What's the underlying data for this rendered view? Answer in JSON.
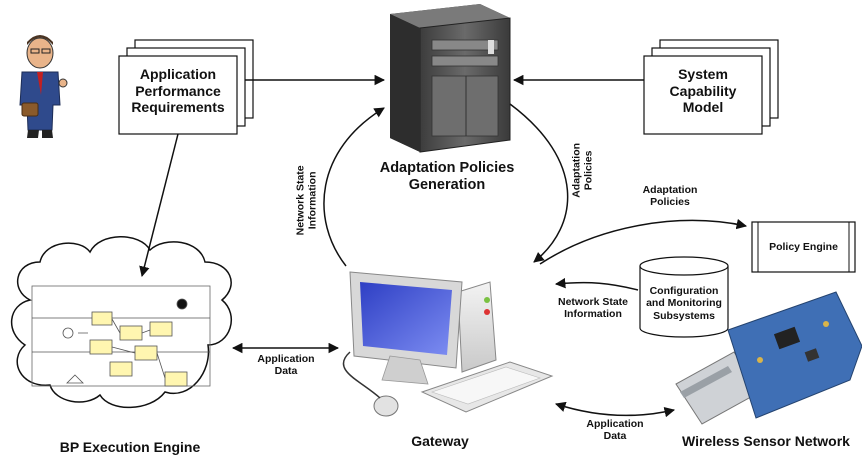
{
  "nodes": {
    "app_perf_req": "Application\nPerformance\nRequirements",
    "system_capability": "System\nCapability\nModel",
    "adaptation_generation": "Adaptation Policies\nGeneration",
    "policy_engine": "Policy Engine",
    "config_monitoring": "Configuration\nand Monitoring\nSubsystems",
    "bp_engine": "BP Execution Engine",
    "gateway": "Gateway",
    "wsn": "Wireless Sensor Network"
  },
  "edges": {
    "network_state_left": "Network State\nInformation",
    "adaptation_policies_right": "Adaptation\nPolicies",
    "adaptation_policies_engine": "Adaptation\nPolicies",
    "network_state_config": "Network State\nInformation",
    "application_data_bp": "Application\nData",
    "application_data_wsn": "Application\nData"
  },
  "colors": {
    "ink": "#111111",
    "server_body": "#5b5b5b",
    "monitor_screen": "#3a4fd0",
    "board_blue": "#3f6fb5"
  },
  "icons": [
    "businessman-icon",
    "server-tower-icon",
    "desktop-computer-icon",
    "usb-sensor-board-icon",
    "cloud-icon",
    "database-cylinder-icon"
  ]
}
